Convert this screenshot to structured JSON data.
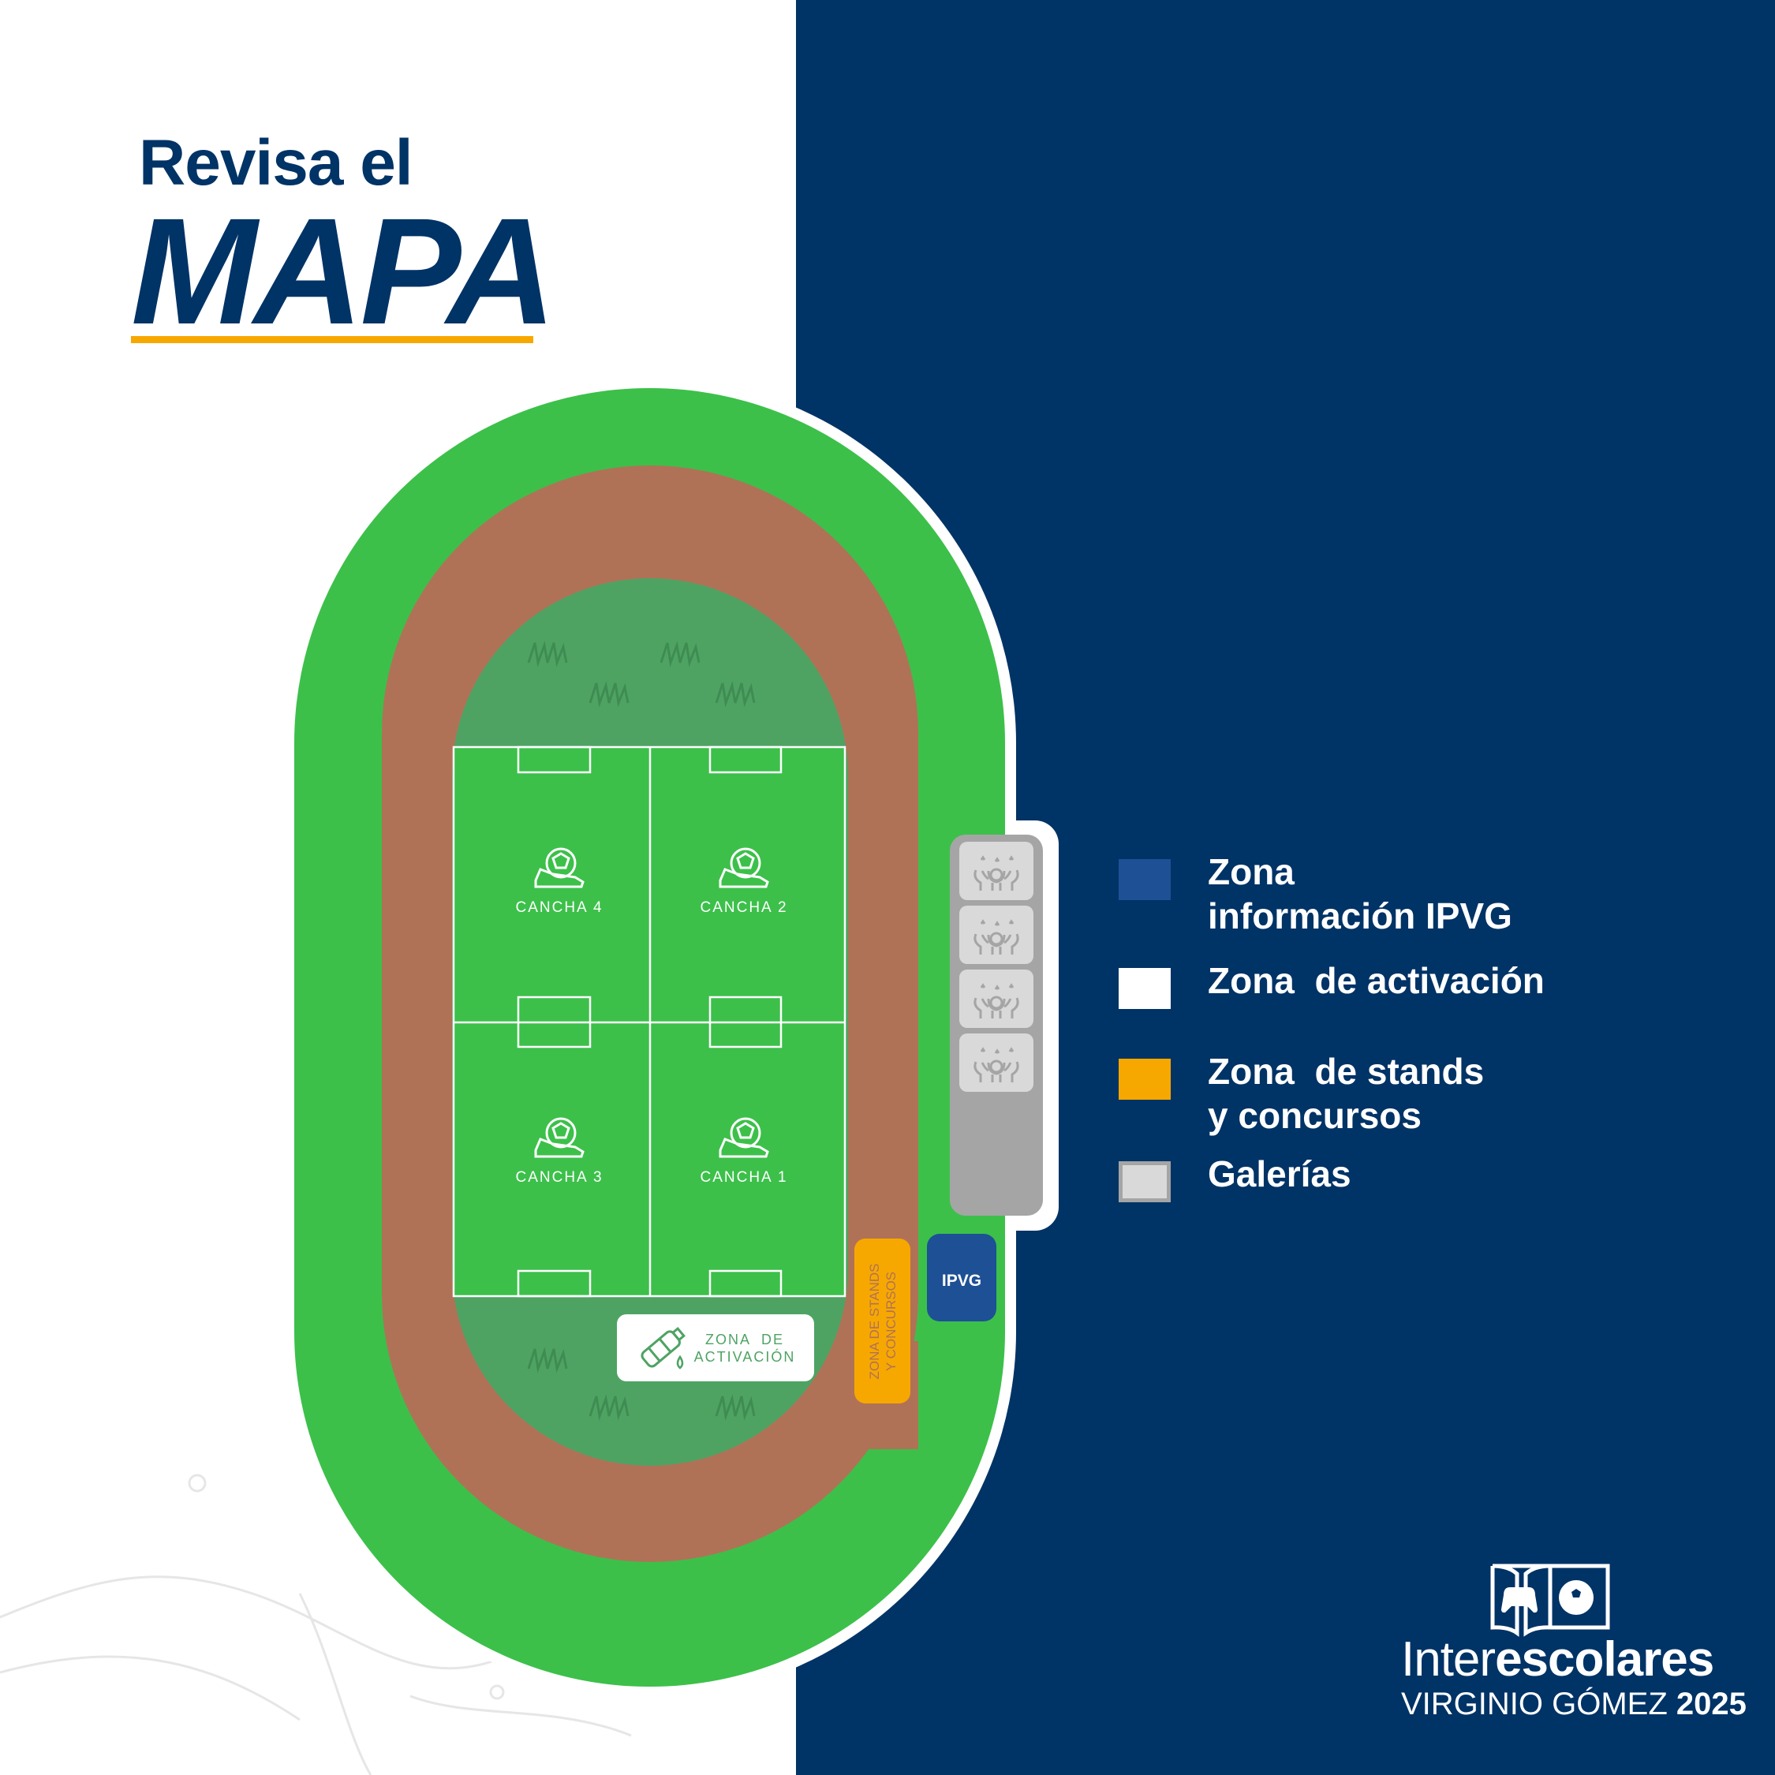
{
  "colors": {
    "navy": "#003366",
    "accent_yellow": "#f7a800",
    "outer_green": "#3cc04a",
    "track_brown": "#b07256",
    "inner_green": "#4ea363",
    "ipvg_blue": "#1e5096",
    "gallery_gray": "#a5a5a5",
    "gallery_light": "#d9d9d9"
  },
  "title": {
    "line1": "Revisa el",
    "line2": "MAPA"
  },
  "map": {
    "fields": [
      {
        "label": "CANCHA 4",
        "icon": "soccer-cleat-ball-icon"
      },
      {
        "label": "CANCHA 2",
        "icon": "soccer-cleat-ball-icon"
      },
      {
        "label": "CANCHA 3",
        "icon": "soccer-cleat-ball-icon"
      },
      {
        "label": "CANCHA 1",
        "icon": "soccer-cleat-ball-icon"
      }
    ],
    "activation_zone": {
      "line1": "ZONA  DE",
      "line2": "ACTIVACIÓN",
      "icon": "water-bottle-icon"
    },
    "stands_zone": {
      "line1": "ZONA DE STANDS",
      "line2": "Y CONCURSOS"
    },
    "ipvg_label": "IPVG",
    "gallery_icon": "cheering-crowd-icon"
  },
  "legend": [
    {
      "line1": "Zona",
      "line2": "información IPVG",
      "color": "#1e5096"
    },
    {
      "line1": "Zona  de activación",
      "line2": "",
      "color": "#ffffff"
    },
    {
      "line1": "Zona  de stands",
      "line2": "y concursos",
      "color": "#f7a800"
    },
    {
      "line1": "Galerías",
      "line2": "",
      "color": "#d9d9d9"
    }
  ],
  "logo": {
    "word_light": "Inter",
    "word_bold": "escolares",
    "sub_light": "VIRGINIO GÓMEZ",
    "sub_bold": "2025"
  }
}
